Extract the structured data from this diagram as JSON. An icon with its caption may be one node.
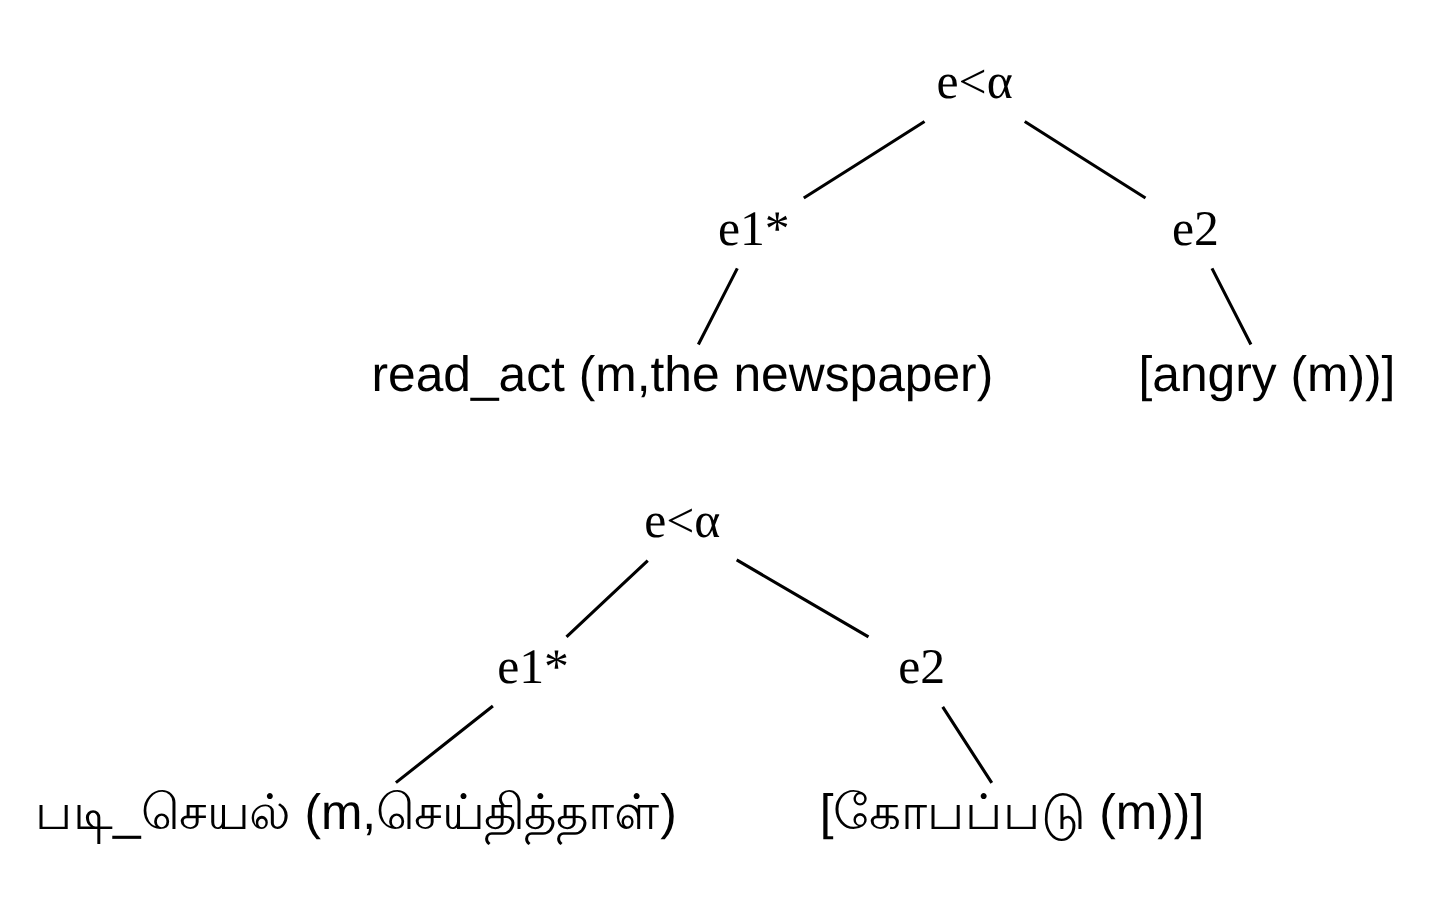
{
  "diagram": {
    "nodes": [
      {
        "text": [
          "e<α"
        ]
      },
      {
        "text": [
          "e1*"
        ]
      },
      {
        "text": [
          "e2"
        ]
      },
      {
        "text": [
          "read_act (m,the newspaper)"
        ]
      },
      {
        "text": [
          "[angry (m))]"
        ]
      },
      {
        "text": [
          "e<α"
        ]
      },
      {
        "text": [
          "e1*"
        ]
      },
      {
        "text": [
          "e2"
        ]
      },
      {
        "text": [
          "படி_செயல் (m,செய்தித்தாள்)"
        ]
      },
      {
        "text": [
          "[கோபப்படு (m))]"
        ]
      }
    ],
    "edges": [
      {
        "from": 0,
        "to": 1,
        "arrow": "none"
      },
      {
        "from": 0,
        "to": 2,
        "arrow": "none"
      },
      {
        "from": 1,
        "to": 3,
        "arrow": "none"
      },
      {
        "from": 2,
        "to": 4,
        "arrow": "none"
      },
      {
        "from": 5,
        "to": 6,
        "arrow": "none"
      },
      {
        "from": 5,
        "to": 7,
        "arrow": "none"
      },
      {
        "from": 6,
        "to": 8,
        "arrow": "none"
      },
      {
        "from": 7,
        "to": 9,
        "arrow": "none"
      }
    ]
  }
}
